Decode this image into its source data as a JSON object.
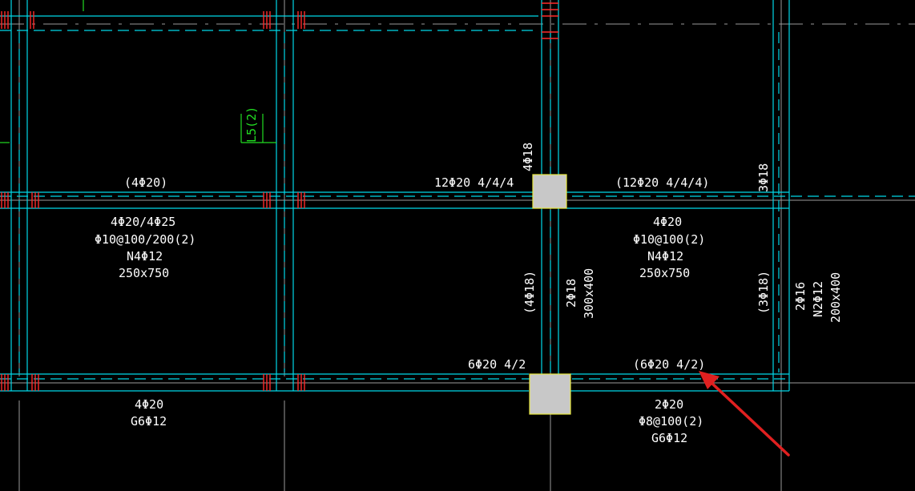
{
  "drawing": {
    "background": "#000000",
    "colors": {
      "beam_edge": "#00d8e8",
      "beam_dash": "#00d8e8",
      "grid": "#9a9a9a",
      "rebar_mark": "#ff2a2a",
      "column_fill": "#c8c8c8",
      "column_edge": "#e8e840",
      "text": "#ffffff",
      "text_green": "#22dd22",
      "arrow": "#e02020"
    },
    "labels": {
      "l5": "L5(2)",
      "top_left_neg": "(4Φ20)",
      "top_mid_neg": "12Φ20 4/4/4",
      "top_right_neg": "(12Φ20 4/4/4)",
      "col_top_v": "4Φ18",
      "right_top_v": "3Φ18",
      "left_beam_1": "4Φ20/4Φ25",
      "left_beam_2": "Φ10@100/200(2)",
      "left_beam_3": "N4Φ12",
      "left_beam_4": "250x750",
      "right_beam_1": "4Φ20",
      "right_beam_2": "Φ10@100(2)",
      "right_beam_3": "N4Φ12",
      "right_beam_4": "250x750",
      "mid_v_left": "(4Φ18)",
      "mid_v_1": "2Φ18",
      "mid_v_2": "300x400",
      "right_v_paren": "(3Φ18)",
      "far_v_1": "2Φ16",
      "far_v_2": "N2Φ12",
      "far_v_3": "200x400",
      "bot_mid": "6Φ20 4/2",
      "bot_right": "(6Φ20 4/2)",
      "bot_left_1": "4Φ20",
      "bot_left_2": "G6Φ12",
      "bot_right_1": "2Φ20",
      "bot_right_2": "Φ8@100(2)",
      "bot_right_3": "G6Φ12"
    },
    "annotation": {
      "arrow": "red-pointer-arrow"
    }
  }
}
